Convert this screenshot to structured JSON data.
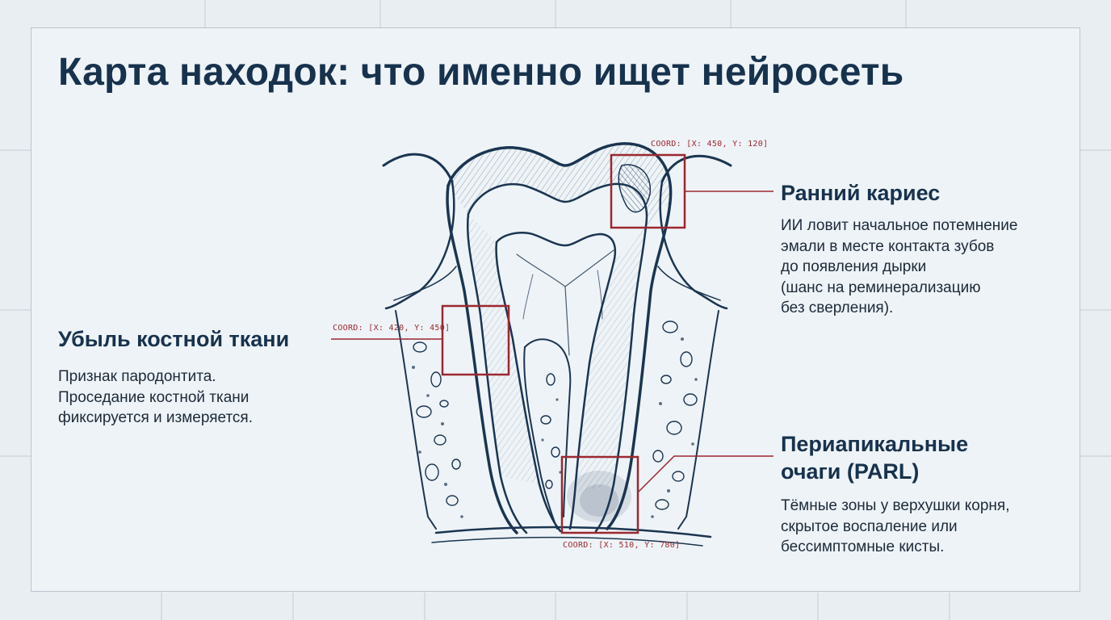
{
  "title": "Карта находок: что именно ищет нейросеть",
  "colors": {
    "ink": "#1a3550",
    "accent": "#9b2830",
    "background": "#eef3f7"
  },
  "findings": {
    "caries": {
      "title": "Ранний кариес",
      "text": [
        "ИИ ловит начальное потемнение",
        "эмали в месте контакта зубов",
        "до появления дырки",
        "(шанс на реминерализацию",
        "без сверления)."
      ],
      "coord": "COORD: [X: 450, Y: 120]"
    },
    "bone_loss": {
      "title": "Убыль костной ткани",
      "text": [
        "Признак пародонтита.",
        "Проседание костной ткани",
        "фиксируется и измеряется."
      ],
      "coord": "COORD: [X: 420, Y: 450]"
    },
    "parl": {
      "title": [
        "Периапикальные",
        "очаги (PARL)"
      ],
      "text": [
        "Тёмные зоны у верхушки корня,",
        "скрытое воспаление или",
        "бессимптомные кисты."
      ],
      "coord": "COORD: [X: 510, Y: 780]"
    }
  }
}
